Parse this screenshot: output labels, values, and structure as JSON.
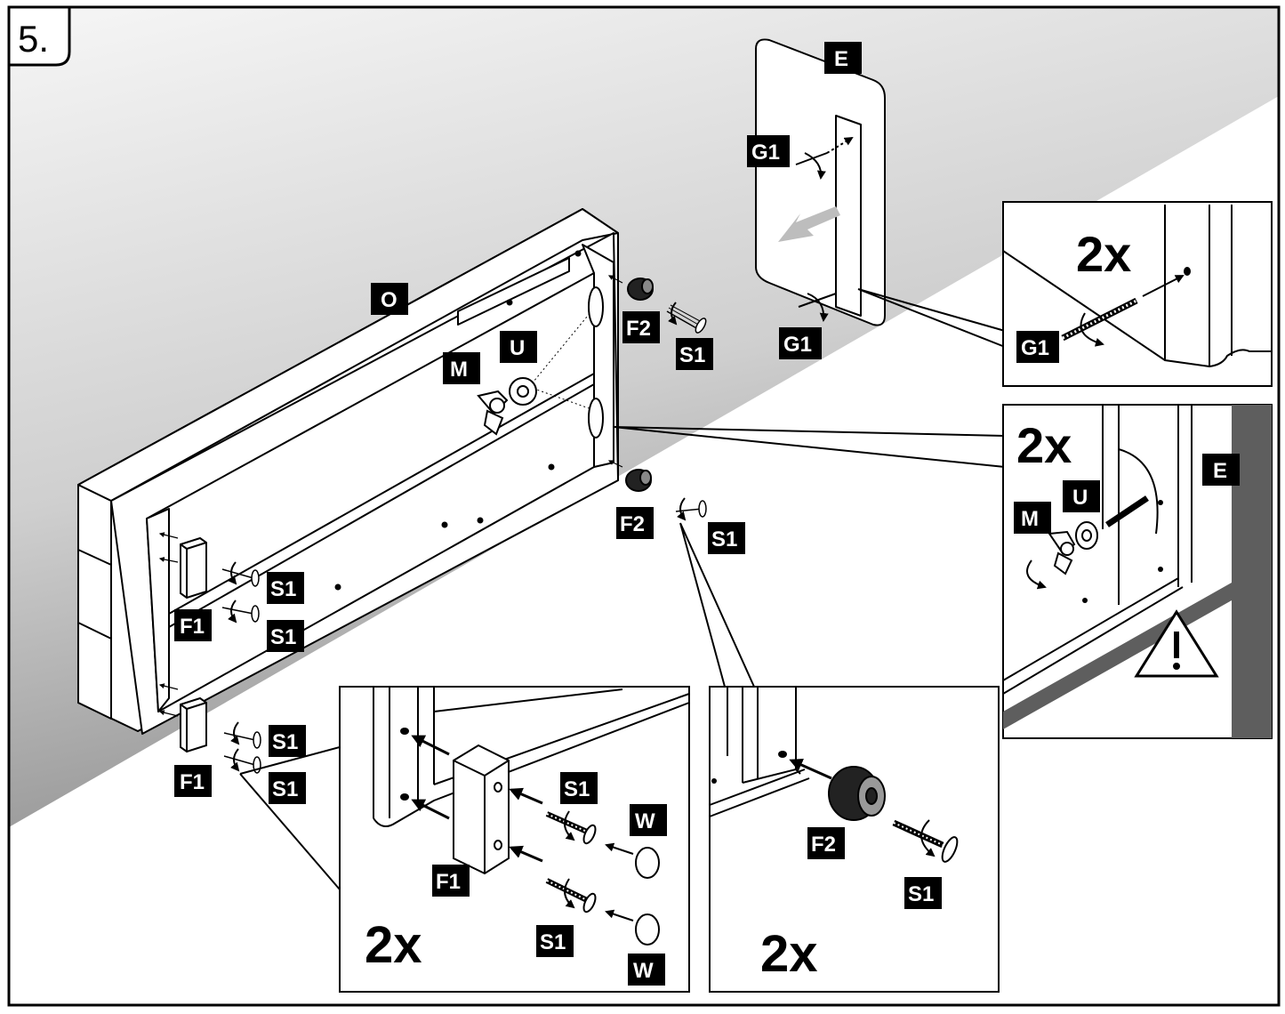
{
  "step": {
    "number": "5."
  },
  "colors": {
    "wall_dark": "#8c8c8c",
    "wall_light": "#f4f4f4",
    "ink": "#000000",
    "label_bg": "#000000",
    "label_fg": "#ffffff"
  },
  "labels": {
    "O": "O",
    "E": "E",
    "U": "U",
    "M": "M",
    "G1": "G1",
    "F1": "F1",
    "F2": "F2",
    "S1": "S1",
    "W": "W"
  },
  "multiplier": "2x",
  "icons": [
    "warning-triangle-icon",
    "rotation-arrow-icon",
    "screw-icon",
    "wing-nut-icon",
    "washer-icon",
    "insertion-arrow-icon"
  ]
}
